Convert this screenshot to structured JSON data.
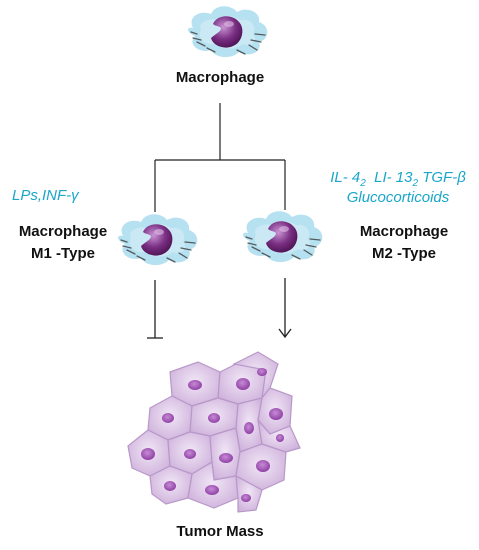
{
  "top": {
    "label": "Macrophage"
  },
  "m1": {
    "stimuli": "LPs,INF-γ",
    "title": "Macrophage",
    "type": "M1 -Type",
    "effect": "inhibit"
  },
  "m2": {
    "stimuli": {
      "il4": "IL- 4",
      "il4_sub": "2",
      "il13": "LI- 13",
      "il13_sub": "2",
      "tgf": "TGF-β",
      "line2": "Glucocorticoids"
    },
    "title": "Macrophage",
    "type": "M2 -Type",
    "effect": "promote"
  },
  "tumor": {
    "label": "Tumor Mass"
  },
  "colors": {
    "stimulus_text": "#1aa6c9",
    "cell_halo": "#a9dcee",
    "nucleus": "#7a2f83",
    "tumor_cell": "#dcc6e6",
    "tumor_nucleus": "#9b4fae",
    "line": "#222222"
  }
}
